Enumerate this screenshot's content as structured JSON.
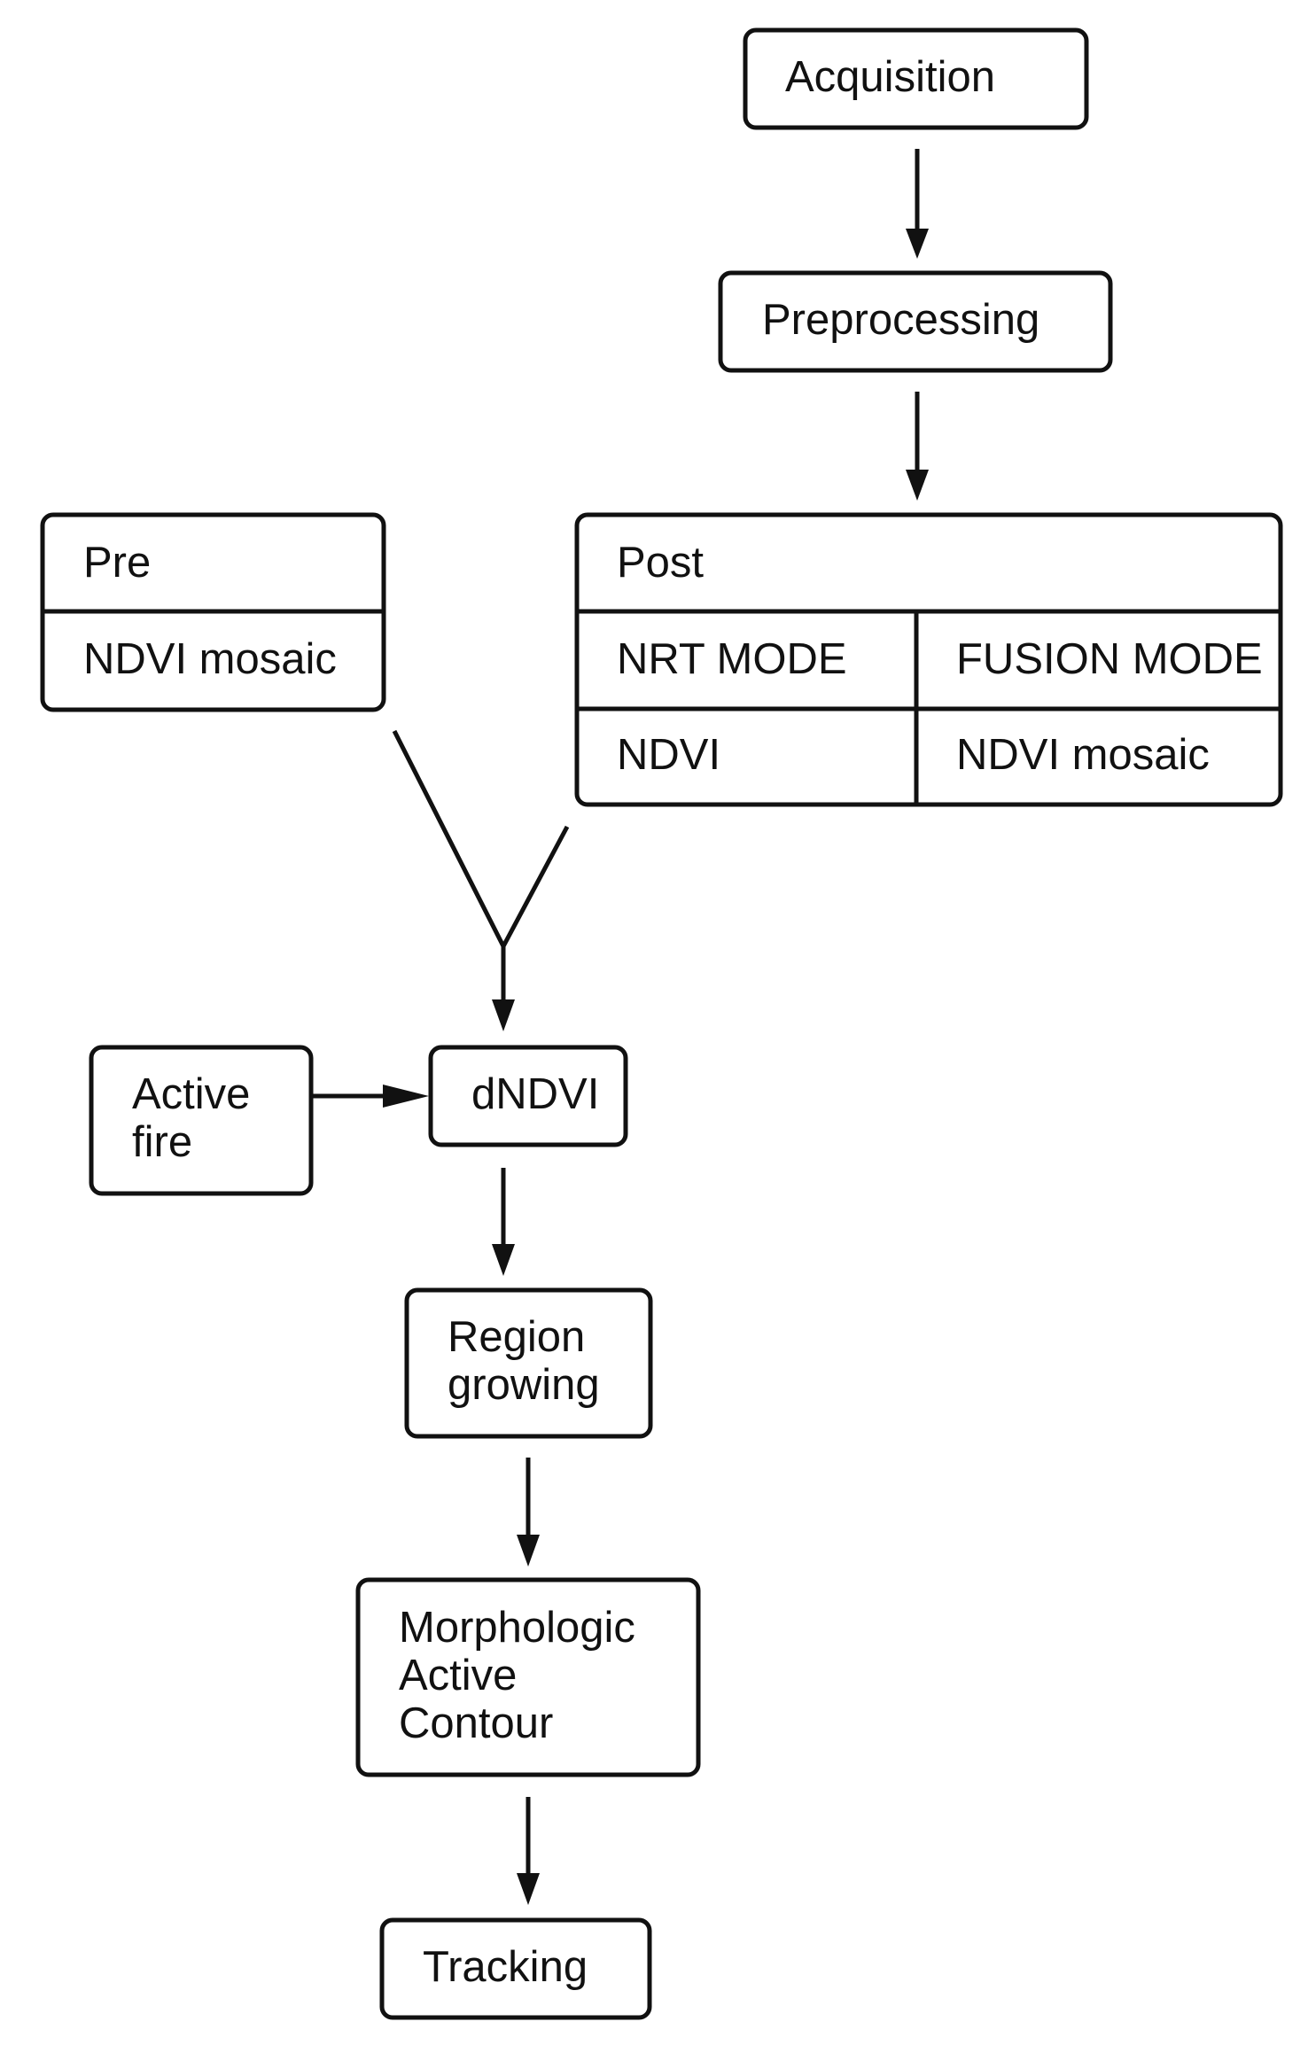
{
  "nodes": {
    "acquisition": "Acquisition",
    "preprocessing": "Preprocessing",
    "pre": {
      "title": "Pre",
      "row1": "NDVI  mosaic"
    },
    "post": {
      "title": "Post",
      "nrt_mode": "NRT MODE",
      "fusion_mode": "FUSION MODE",
      "nrt_ndvi": "NDVI",
      "fusion_ndvi": "NDVI  mosaic"
    },
    "active_fire": [
      "Active",
      "fire"
    ],
    "dndvi": "dNDVI",
    "region_growing": [
      "Region",
      "growing"
    ],
    "morphologic": [
      "Morphologic",
      "Active",
      "Contour"
    ],
    "tracking": "Tracking"
  },
  "edges": [
    {
      "from": "Acquisition",
      "to": "Preprocessing"
    },
    {
      "from": "Preprocessing",
      "to": "Post"
    },
    {
      "from": "Pre",
      "to": "dNDVI"
    },
    {
      "from": "Post",
      "to": "dNDVI"
    },
    {
      "from": "Active fire",
      "to": "dNDVI"
    },
    {
      "from": "dNDVI",
      "to": "Region growing"
    },
    {
      "from": "Region growing",
      "to": "Morphologic Active Contour"
    },
    {
      "from": "Morphologic Active Contour",
      "to": "Tracking"
    }
  ]
}
